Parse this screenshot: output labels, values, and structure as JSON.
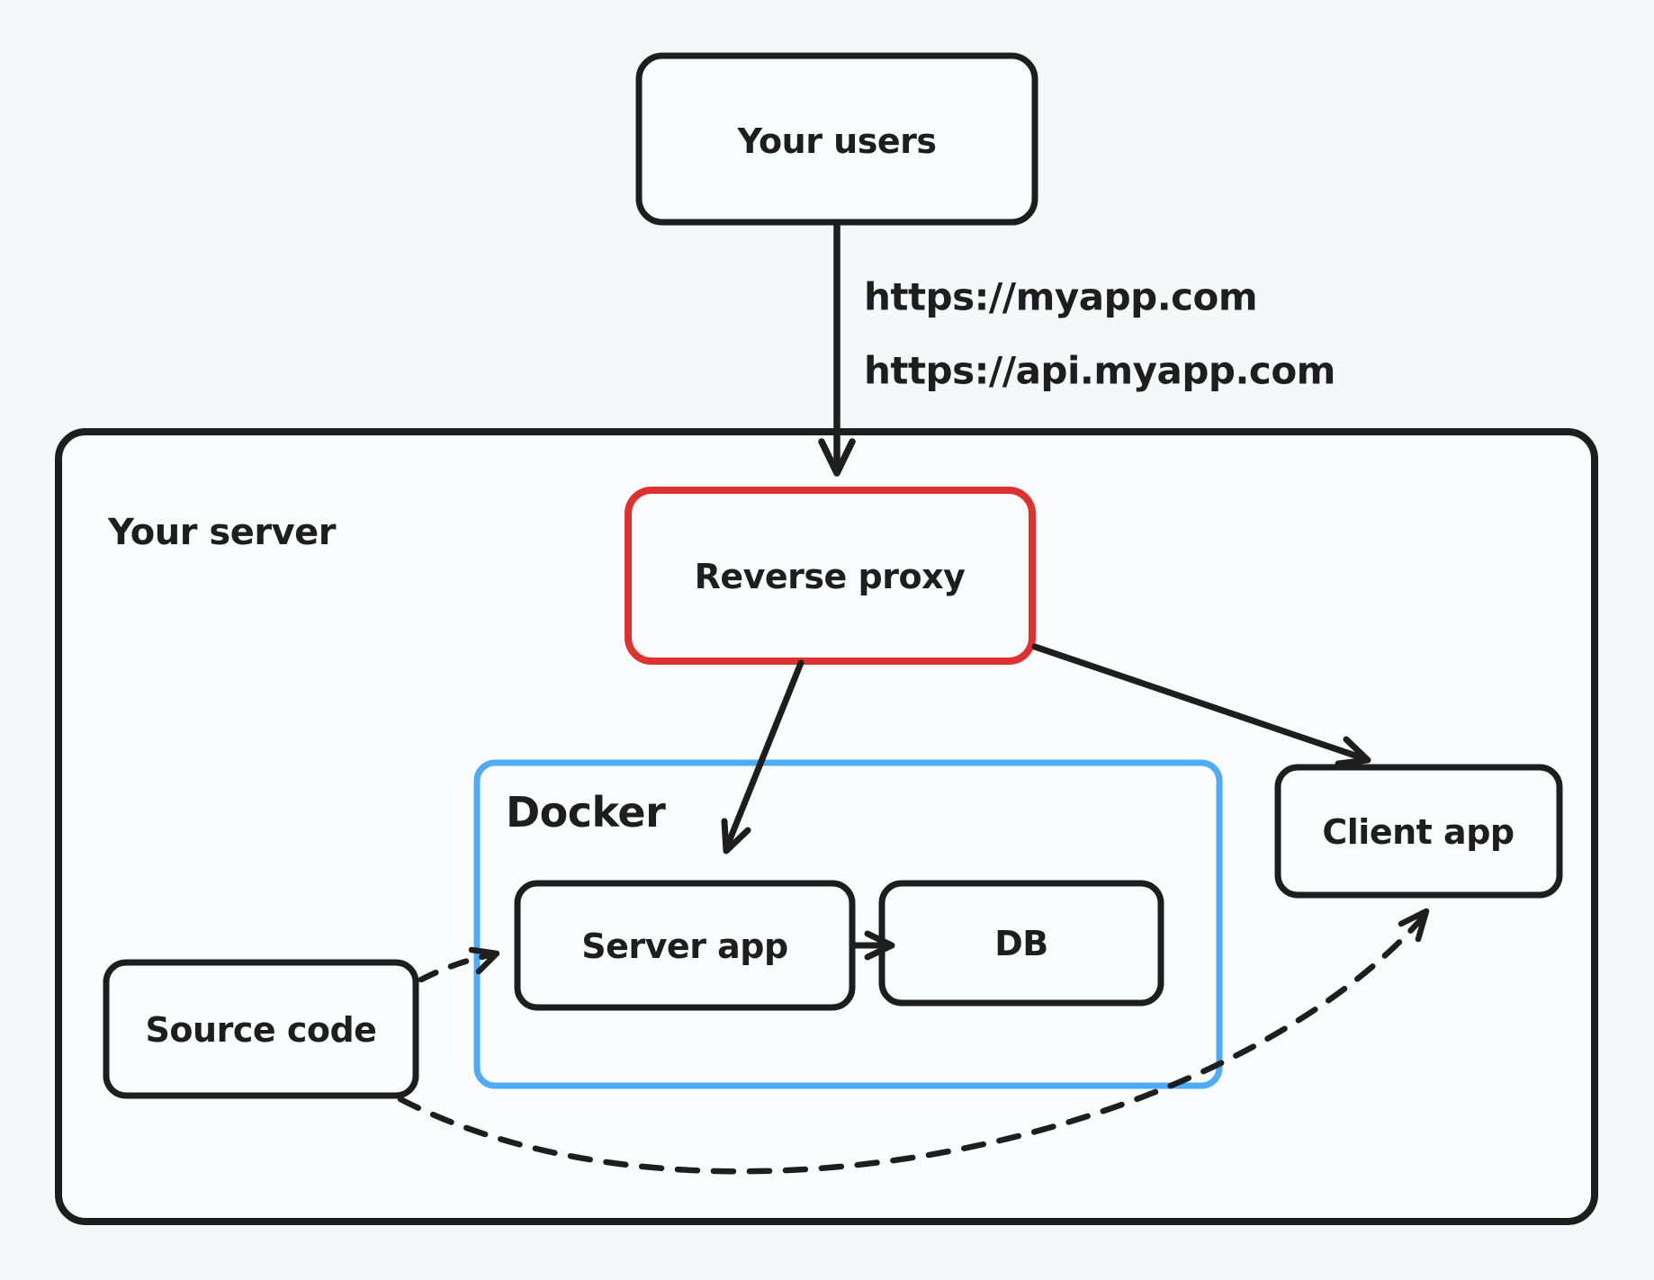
{
  "diagram": {
    "colors": {
      "canvas_bg": "#f6f7f9",
      "stroke_default": "#1e1e1e",
      "stroke_accent_red": "#e03131",
      "stroke_accent_blue": "#4dabf7"
    },
    "nodes": {
      "users": {
        "label": "Your users"
      },
      "server_group": {
        "label": "Your server"
      },
      "reverse_proxy": {
        "label": "Reverse proxy"
      },
      "docker_group": {
        "label": "Docker"
      },
      "server_app": {
        "label": "Server app"
      },
      "db": {
        "label": "DB"
      },
      "client_app": {
        "label": "Client app"
      },
      "source_code": {
        "label": "Source code"
      }
    },
    "edges": {
      "users_to_proxy": {
        "url_label_1": "https://myapp.com",
        "url_label_2": "https://api.myapp.com"
      }
    }
  }
}
